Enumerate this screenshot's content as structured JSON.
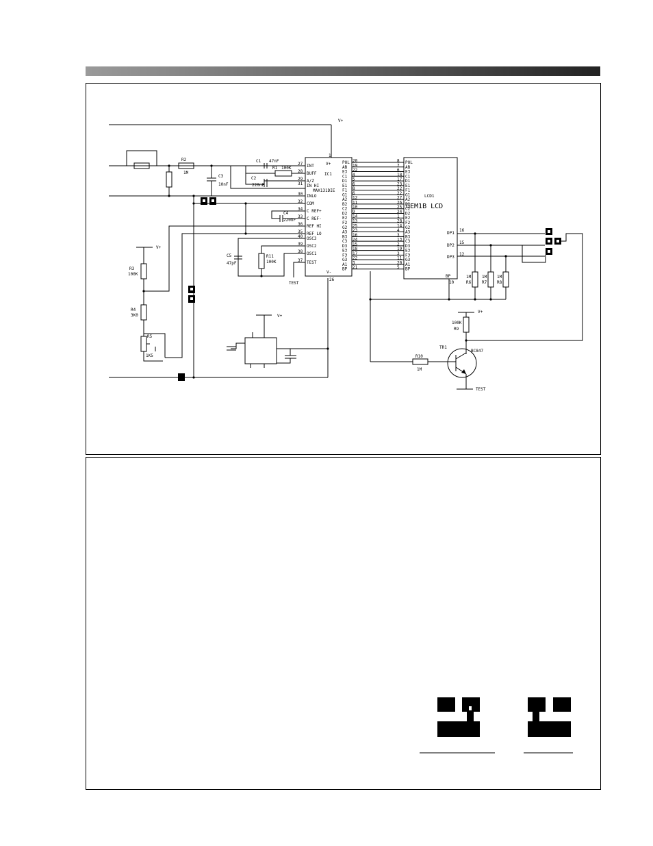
{
  "schematic": {
    "vplus_top": "V+",
    "r2": "R2",
    "r2_val": "1M",
    "c3": "C3",
    "c3_val": "10nF",
    "c1": "C1",
    "c1_val": "47nF",
    "r1": "R1",
    "r1_val": "100K",
    "c2": "C2",
    "c2_val": "220nF",
    "c4": "C4",
    "c4_val": "220nF",
    "c5": "C5",
    "c5_val": "47pF",
    "r11": "R11",
    "r11_val": "100K",
    "r3": "R3",
    "r3_val": "100K",
    "r4": "R4",
    "r4_val": "3K0",
    "r5": "R5",
    "r5_val": "1K5",
    "vplus_r3": "V+",
    "vplus_osc": "V+",
    "vplus_tr": "V+",
    "ic1": "IC1",
    "ic1_part": "MAX131DIE",
    "ic1_vplus": "V+",
    "ic1_vminus": "V-",
    "ic1_pin1": "1",
    "ic1_pin26": "26",
    "test_label": "TEST",
    "lcd1": "LCD1",
    "lcd_part": "OEM1B LCD",
    "ic_pins_left": [
      {
        "num": "27",
        "name": "INT"
      },
      {
        "num": "28",
        "name": "BUFF"
      },
      {
        "num": "29",
        "name": "A/Z"
      },
      {
        "num": "31",
        "name": "IN HI"
      },
      {
        "num": "30",
        "name": "INLO"
      },
      {
        "num": "32",
        "name": "COM"
      },
      {
        "num": "34",
        "name": "C REF+"
      },
      {
        "num": "33",
        "name": "C REF-"
      },
      {
        "num": "36",
        "name": "REF HI"
      },
      {
        "num": "35",
        "name": "REF LO"
      },
      {
        "num": "40",
        "name": "OSC3"
      },
      {
        "num": "39",
        "name": "OSC2"
      },
      {
        "num": "38",
        "name": "OSC1"
      },
      {
        "num": "37",
        "name": "TEST"
      }
    ],
    "bus_rows": [
      {
        "ic": "POL",
        "icn": "20",
        "lcdn": "8",
        "lcd": "POL"
      },
      {
        "ic": "AB",
        "icn": "19",
        "lcdn": "7",
        "lcd": "AB"
      },
      {
        "ic": "E3",
        "icn": "22",
        "lcdn": "6",
        "lcd": "E3"
      },
      {
        "ic": "C1",
        "icn": "4",
        "lcdn": "18",
        "lcd": "C1"
      },
      {
        "ic": "D1",
        "icn": "5",
        "lcdn": "17",
        "lcd": "D1"
      },
      {
        "ic": "E1",
        "icn": "6",
        "lcdn": "23",
        "lcd": "E1"
      },
      {
        "ic": "F1",
        "icn": "8",
        "lcdn": "22",
        "lcd": "F1"
      },
      {
        "ic": "G1",
        "icn": "6",
        "lcdn": "22",
        "lcd": "G1"
      },
      {
        "ic": "A2",
        "icn": "12",
        "lcdn": "27",
        "lcd": "A2"
      },
      {
        "ic": "B2",
        "icn": "11",
        "lcdn": "26",
        "lcd": "B2"
      },
      {
        "ic": "C2",
        "icn": "10",
        "lcdn": "25",
        "lcd": "C2"
      },
      {
        "ic": "D2",
        "icn": "9",
        "lcdn": "24",
        "lcd": "D2"
      },
      {
        "ic": "E2",
        "icn": "14",
        "lcdn": "1",
        "lcd": "E2"
      },
      {
        "ic": "F2",
        "icn": "13",
        "lcdn": "28",
        "lcd": "F2"
      },
      {
        "ic": "G2",
        "icn": "25",
        "lcdn": "14",
        "lcd": "G2"
      },
      {
        "ic": "A3",
        "icn": "23",
        "lcdn": "4",
        "lcd": "A3"
      },
      {
        "ic": "B3",
        "icn": "16",
        "lcdn": "3",
        "lcd": "B3"
      },
      {
        "ic": "C3",
        "icn": "24",
        "lcdn": "13",
        "lcd": "C3"
      },
      {
        "ic": "D3",
        "icn": "15",
        "lcdn": "2",
        "lcd": "D3"
      },
      {
        "ic": "E3",
        "icn": "18",
        "lcdn": "19",
        "lcd": "E3"
      },
      {
        "ic": "F3",
        "icn": "17",
        "lcdn": "3",
        "lcd": "F3"
      },
      {
        "ic": "G3",
        "icn": "22",
        "lcdn": "11",
        "lcd": "G3"
      },
      {
        "ic": "A1",
        "icn": "3",
        "lcdn": "20",
        "lcd": "A1"
      },
      {
        "ic": "BP",
        "icn": "21",
        "lcdn": "5",
        "lcd": "BP"
      }
    ],
    "dp1": "DP1",
    "dp1_pin": "16",
    "dp2": "DP2",
    "dp2_pin": "15",
    "dp3": "DP3",
    "dp3_pin": "12",
    "bp": "BP",
    "bp_pin": "10",
    "r6": "R6",
    "r6_val": "1M",
    "r7": "R7",
    "r7_val": "1M",
    "r8": "R8",
    "r8_val": "1M",
    "r9": "R9",
    "r9_val": "100K",
    "r10": "R10",
    "r10_val": "1M",
    "tr1": "TR1",
    "tr1_part": "BC847",
    "tr_test": "TEST"
  }
}
